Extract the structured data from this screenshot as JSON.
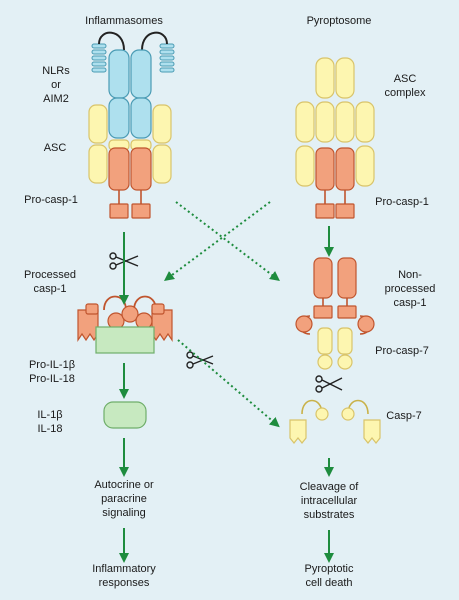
{
  "headers": {
    "left": "Inflammasomes",
    "right": "Pyroptosome"
  },
  "left_labels": {
    "nlrs": "NLRs\nor\nAIM2",
    "asc": "ASC",
    "pro_casp1": "Pro-casp-1",
    "processed_casp1": "Processed\ncasp-1",
    "pro_il": "Pro-IL-1β\nPro-IL-18",
    "il": "IL-1β\nIL-18",
    "signaling": "Autocrine or\nparacrine\nsignaling",
    "responses": "Inflammatory\nresponses"
  },
  "right_labels": {
    "asc_complex": "ASC\ncomplex",
    "pro_casp1": "Pro-casp-1",
    "non_processed": "Non-processed\ncasp-1",
    "pro_casp7": "Pro-casp-7",
    "casp7": "Casp-7",
    "cleavage": "Cleavage of\nintracellular\nsubstrates",
    "death": "Pyroptotic\ncell death"
  },
  "colors": {
    "background": "#e3f0f5",
    "nlr_blue": "#aee0ee",
    "asc_yellow": "#fdf6b0",
    "casp_orange": "#f2a17d",
    "il_green": "#c7e9c0",
    "arrow_green": "#1e8c3e"
  },
  "icons": [
    "scissors-icon",
    "scissors-icon",
    "scissors-icon"
  ]
}
